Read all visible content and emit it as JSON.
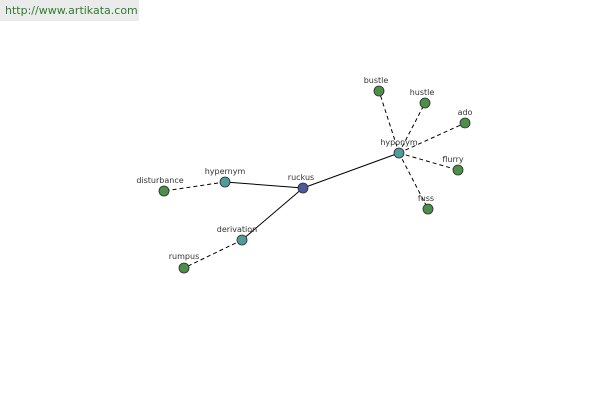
{
  "watermark": {
    "url": "http://www.artikata.com"
  },
  "graph": {
    "colors": {
      "root": "#4a5a9b",
      "relation": "#4f9c9a",
      "leaf": "#4c8f48",
      "edge": "#000000",
      "outline": "#2b2b2b"
    },
    "nodes": [
      {
        "id": "ruckus",
        "label": "ruckus",
        "kind": "root"
      },
      {
        "id": "hypernym",
        "label": "hypernym",
        "kind": "relation"
      },
      {
        "id": "hyponym",
        "label": "hyponym",
        "kind": "relation"
      },
      {
        "id": "derivation",
        "label": "derivation",
        "kind": "relation"
      },
      {
        "id": "disturbance",
        "label": "disturbance",
        "kind": "leaf"
      },
      {
        "id": "rumpus",
        "label": "rumpus",
        "kind": "leaf"
      },
      {
        "id": "bustle",
        "label": "bustle",
        "kind": "leaf"
      },
      {
        "id": "hustle",
        "label": "hustle",
        "kind": "leaf"
      },
      {
        "id": "ado",
        "label": "ado",
        "kind": "leaf"
      },
      {
        "id": "flurry",
        "label": "flurry",
        "kind": "leaf"
      },
      {
        "id": "fuss",
        "label": "fuss",
        "kind": "leaf"
      }
    ],
    "edges": [
      {
        "from": "ruckus",
        "to": "hypernym",
        "style": "solid"
      },
      {
        "from": "ruckus",
        "to": "hyponym",
        "style": "solid"
      },
      {
        "from": "ruckus",
        "to": "derivation",
        "style": "solid"
      },
      {
        "from": "hypernym",
        "to": "disturbance",
        "style": "dashed"
      },
      {
        "from": "derivation",
        "to": "rumpus",
        "style": "dashed"
      },
      {
        "from": "hyponym",
        "to": "bustle",
        "style": "dashed"
      },
      {
        "from": "hyponym",
        "to": "hustle",
        "style": "dashed"
      },
      {
        "from": "hyponym",
        "to": "ado",
        "style": "dashed"
      },
      {
        "from": "hyponym",
        "to": "flurry",
        "style": "dashed"
      },
      {
        "from": "hyponym",
        "to": "fuss",
        "style": "dashed"
      }
    ]
  }
}
